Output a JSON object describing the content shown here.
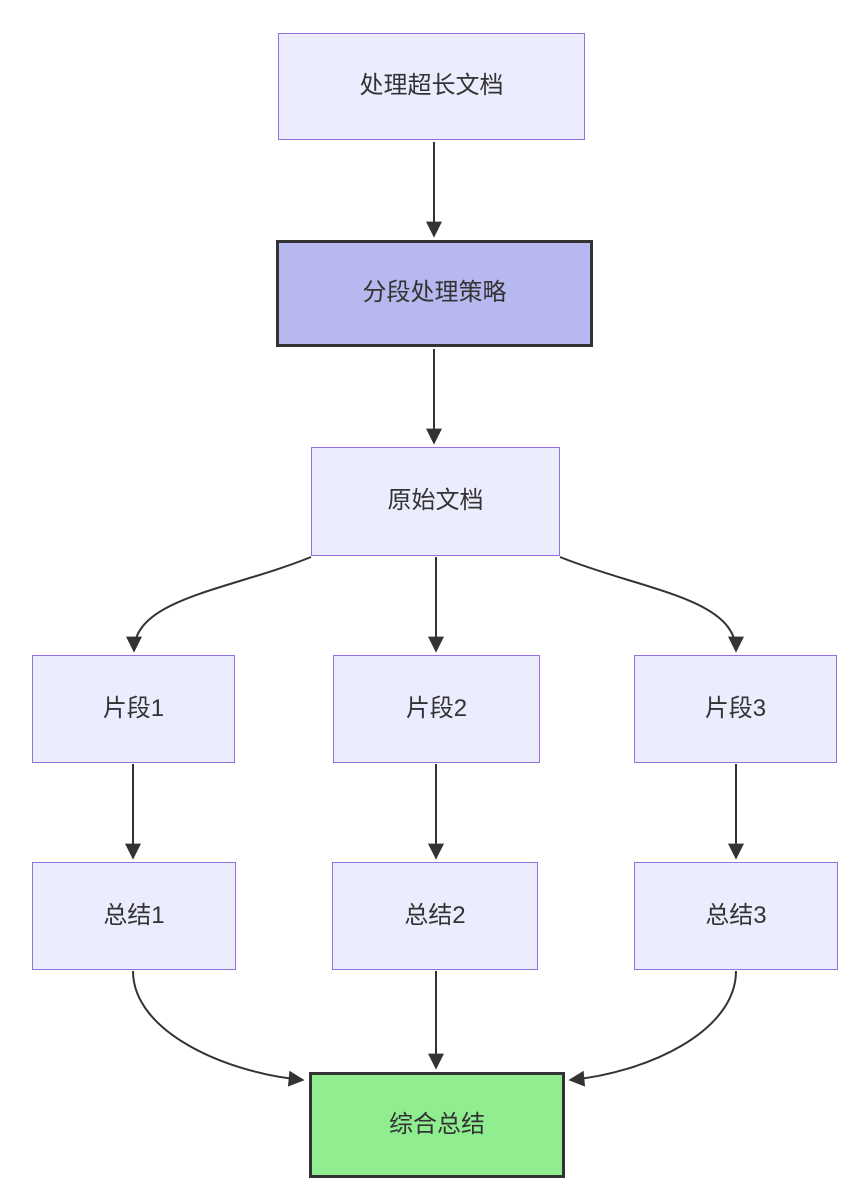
{
  "diagram": {
    "type": "flowchart",
    "direction": "top-down",
    "nodes": [
      {
        "id": "A",
        "label": "处理超长文档",
        "style": "default"
      },
      {
        "id": "B",
        "label": "分段处理策略",
        "style": "highlight"
      },
      {
        "id": "C",
        "label": "原始文档",
        "style": "default"
      },
      {
        "id": "D1",
        "label": "片段1",
        "style": "default"
      },
      {
        "id": "D2",
        "label": "片段2",
        "style": "default"
      },
      {
        "id": "D3",
        "label": "片段3",
        "style": "default"
      },
      {
        "id": "E1",
        "label": "总结1",
        "style": "default"
      },
      {
        "id": "E2",
        "label": "总结2",
        "style": "default"
      },
      {
        "id": "E3",
        "label": "总结3",
        "style": "default"
      },
      {
        "id": "F",
        "label": "综合总结",
        "style": "success"
      }
    ],
    "edges": [
      {
        "from": "A",
        "to": "B"
      },
      {
        "from": "B",
        "to": "C"
      },
      {
        "from": "C",
        "to": "D1"
      },
      {
        "from": "C",
        "to": "D2"
      },
      {
        "from": "C",
        "to": "D3"
      },
      {
        "from": "D1",
        "to": "E1"
      },
      {
        "from": "D2",
        "to": "E2"
      },
      {
        "from": "D3",
        "to": "E3"
      },
      {
        "from": "E1",
        "to": "F"
      },
      {
        "from": "E2",
        "to": "F"
      },
      {
        "from": "E3",
        "to": "F"
      }
    ],
    "colors": {
      "node_fill": "#ECECFF",
      "node_border": "#9370DB",
      "highlight_fill": "#B8B8F0",
      "highlight_border": "#333333",
      "success_fill": "#90EE90",
      "success_border": "#333333",
      "edge_stroke": "#333333",
      "text": "#333333",
      "background": "#FFFFFF"
    }
  }
}
